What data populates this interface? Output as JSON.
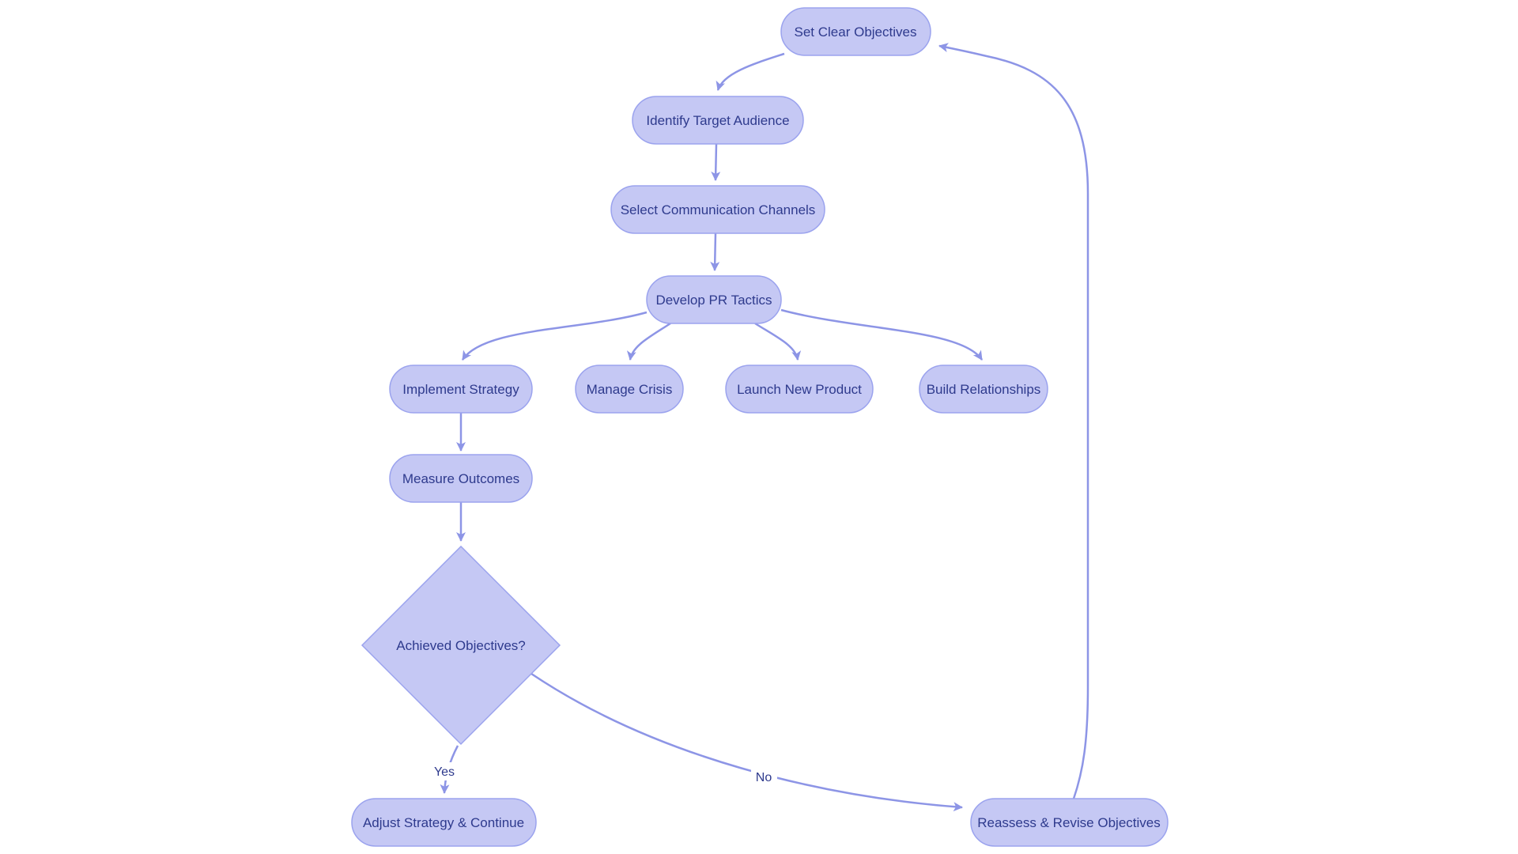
{
  "diagram": {
    "type": "flowchart",
    "background": "#ffffff",
    "colors": {
      "background": "#ffffff",
      "node_fill": "#c5c8f4",
      "node_border": "#9ba3ee",
      "node_text": "#2e3a8d",
      "edge": "#8d95e6"
    },
    "nodes": [
      {
        "id": "set-clear-objectives",
        "label": "Set Clear Objectives",
        "shape": "pill"
      },
      {
        "id": "identify-target-audience",
        "label": "Identify Target Audience",
        "shape": "pill"
      },
      {
        "id": "select-communication-channels",
        "label": "Select Communication Channels",
        "shape": "pill"
      },
      {
        "id": "develop-pr-tactics",
        "label": "Develop PR Tactics",
        "shape": "pill"
      },
      {
        "id": "implement-strategy",
        "label": "Implement Strategy",
        "shape": "pill"
      },
      {
        "id": "manage-crisis",
        "label": "Manage Crisis",
        "shape": "pill"
      },
      {
        "id": "launch-new-product",
        "label": "Launch New Product",
        "shape": "pill"
      },
      {
        "id": "build-relationships",
        "label": "Build Relationships",
        "shape": "pill"
      },
      {
        "id": "measure-outcomes",
        "label": "Measure Outcomes",
        "shape": "pill"
      },
      {
        "id": "achieved-objectives",
        "label": "Achieved Objectives?",
        "shape": "diamond"
      },
      {
        "id": "adjust-strategy-continue",
        "label": "Adjust Strategy & Continue",
        "shape": "pill"
      },
      {
        "id": "reassess-revise-objectives",
        "label": "Reassess & Revise Objectives",
        "shape": "pill"
      }
    ],
    "edges": [
      {
        "from": "Set Clear Objectives",
        "to": "Identify Target Audience",
        "label": ""
      },
      {
        "from": "Identify Target Audience",
        "to": "Select Communication Channels",
        "label": ""
      },
      {
        "from": "Select Communication Channels",
        "to": "Develop PR Tactics",
        "label": ""
      },
      {
        "from": "Develop PR Tactics",
        "to": "Implement Strategy",
        "label": ""
      },
      {
        "from": "Develop PR Tactics",
        "to": "Manage Crisis",
        "label": ""
      },
      {
        "from": "Develop PR Tactics",
        "to": "Launch New Product",
        "label": ""
      },
      {
        "from": "Develop PR Tactics",
        "to": "Build Relationships",
        "label": ""
      },
      {
        "from": "Implement Strategy",
        "to": "Measure Outcomes",
        "label": ""
      },
      {
        "from": "Measure Outcomes",
        "to": "Achieved Objectives?",
        "label": ""
      },
      {
        "from": "Achieved Objectives?",
        "to": "Adjust Strategy & Continue",
        "label": "Yes"
      },
      {
        "from": "Achieved Objectives?",
        "to": "Reassess & Revise Objectives",
        "label": "No"
      },
      {
        "from": "Reassess & Revise Objectives",
        "to": "Set Clear Objectives",
        "label": ""
      }
    ]
  }
}
